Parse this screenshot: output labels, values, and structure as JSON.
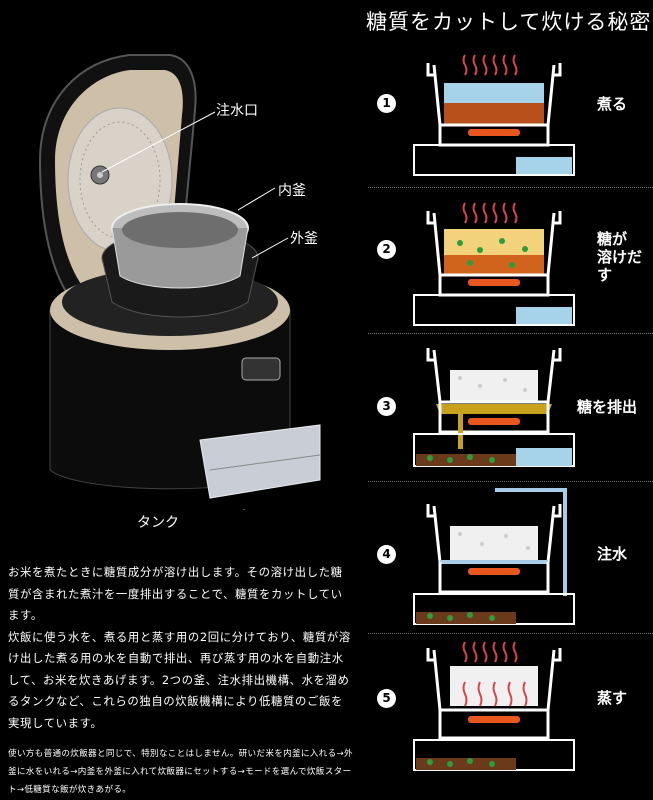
{
  "title": "糖質をカットして炊ける秘密",
  "callouts": {
    "water_inlet": "注水口",
    "inner_pot": "内釜",
    "outer_pot": "外釜",
    "tank": "タンク"
  },
  "steps": [
    {
      "number": "1",
      "label": "煮る"
    },
    {
      "number": "2",
      "label": "糖が\n溶けだす"
    },
    {
      "number": "3",
      "label": "糖を排出"
    },
    {
      "number": "4",
      "label": "注水"
    },
    {
      "number": "5",
      "label": "蒸す"
    }
  ],
  "description": {
    "paragraph1": "お米を煮たときに糖質成分が溶け出します。その溶け出した糖質が含まれた煮汁を一度排出することで、糖質をカットしています。",
    "paragraph2": "炊飯に使う水を、煮る用と蒸す用の2回に分けており、糖質が溶け出した煮る用の水を自動で排出、再び蒸す用の水を自動注水して、お米を炊きあげます。2つの釜、注水排出機構、水を溜めるタンクなど、これらの独自の炊飯機構により低糖質のご飯を実現しています。"
  },
  "howto": "使い方も普通の炊飯器と同じで、特別なことはしません。研いだ米を内釜に入れる→外釜に水をいれる→内釜を外釜に入れて炊飯器にセットする→モードを選んで炊飯スタート→低糖質な飯が炊きあがる。",
  "colors": {
    "background": "#000000",
    "water": "#a7d3ea",
    "heater": "#e8571d",
    "steam": "#d9434a",
    "drain_yellow": "#c8a21c",
    "soil_brown": "#6b3a1a",
    "sugar_green": "#2e9c3a",
    "pipe_blue": "#a9cde6"
  }
}
